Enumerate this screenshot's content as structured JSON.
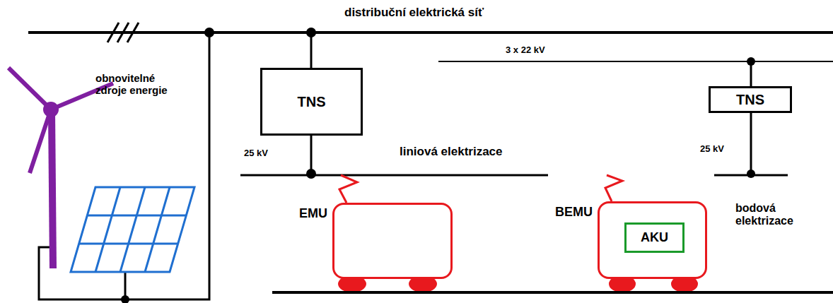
{
  "diagram": {
    "nodes": [
      {
        "text": [
          "TNS"
        ]
      },
      {
        "text": [
          "TNS"
        ]
      },
      {
        "text": [
          "EMU"
        ]
      },
      {
        "text": [
          "BEMU"
        ]
      },
      {
        "text": [
          "AKU"
        ],
        "in": 3
      }
    ],
    "labels": [
      "distribuční elektrická síť",
      "3 x 22 kV",
      "25 kV",
      "liniová elektrizace",
      "25 kV",
      "obnovitelné zdroje energie",
      "bodová elektrizace"
    ]
  }
}
